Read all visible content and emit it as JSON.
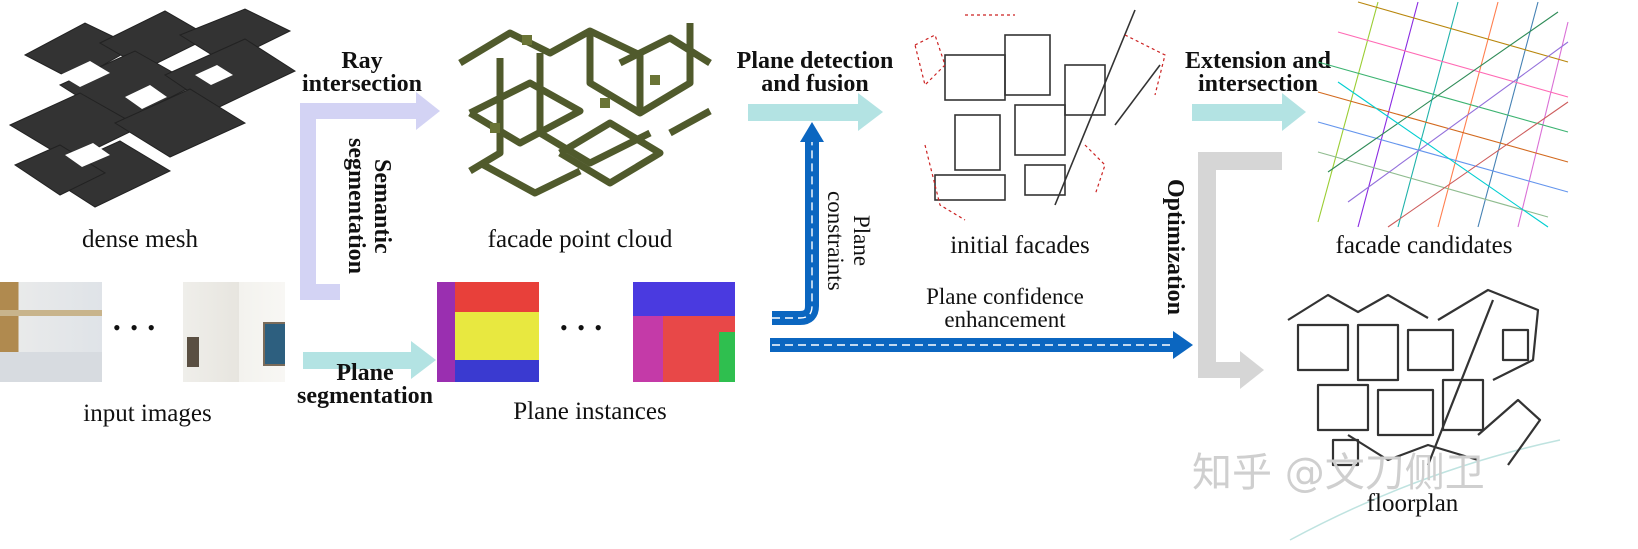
{
  "captions": {
    "dense_mesh": "dense mesh",
    "facade_point_cloud": "facade point cloud",
    "initial_facades": "initial facades",
    "facade_candidates": "facade candidates",
    "input_images": "input images",
    "plane_instances": "Plane instances",
    "floorplan": "floorplan"
  },
  "steps": {
    "ray_line1": "Ray",
    "ray_line2": "intersection",
    "semantic_line1": "Semantic",
    "semantic_line2": "segmentation",
    "plane_det_line1": "Plane detection",
    "plane_det_line2": "and fusion",
    "ext_line1": "Extension and",
    "ext_line2": "intersection",
    "plane_constraints_line1": "Plane",
    "plane_constraints_line2": "constraints",
    "confidence_line1": "Plane confidence",
    "confidence_line2": "enhancement",
    "optimization": "Optimization",
    "plane_seg_line1": "Plane",
    "plane_seg_line2": "segmentation"
  },
  "ellipsis": "• • •",
  "watermark": "知乎 @文刀侧卫",
  "colors": {
    "lavender_arrow": "#d3d3f4",
    "cyan_arrow": "#b3e3e3",
    "blue_arrow": "#0b66c0",
    "gray_arrow": "#d6d6d6",
    "mesh": "#333333",
    "point_cloud": "#505a2c"
  }
}
